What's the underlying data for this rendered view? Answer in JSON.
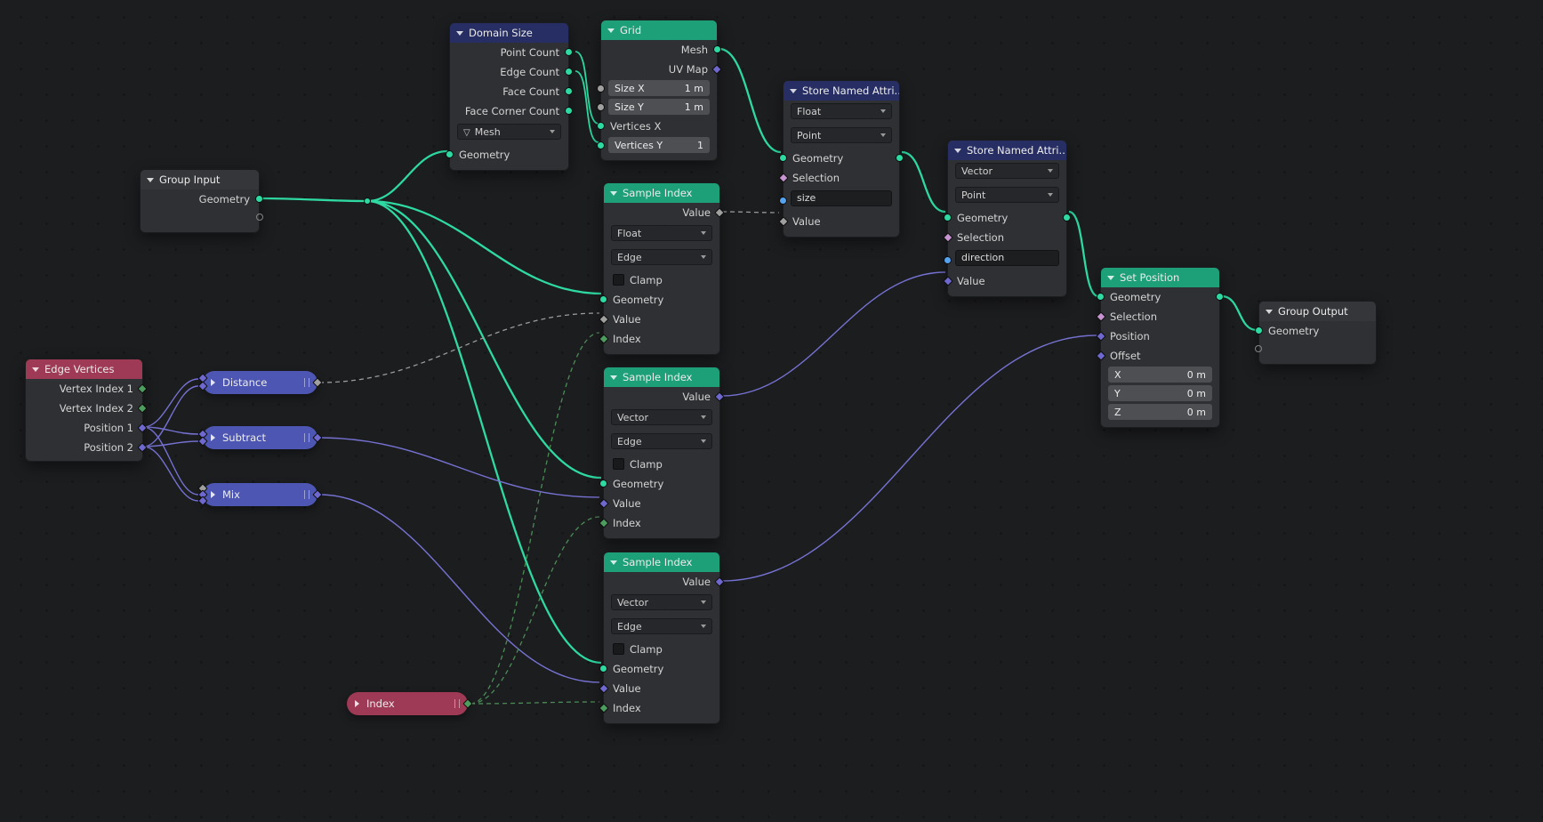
{
  "editor": {
    "background_color": "#1c1d1f"
  },
  "colors": {
    "header_geometry_node": "#1d9f78",
    "header_attribute_node": "#272e63",
    "header_input_node": "#9e3a55",
    "header_vector_math_node": "#4d56b2",
    "node_body": "#303134",
    "socket_geometry": "#2ed9a2",
    "socket_vector": "#6e68cf",
    "socket_float": "#a0a0a0",
    "socket_integer": "#4c9d5e",
    "socket_boolean": "#c793d1",
    "socket_string": "#55a3f0",
    "wire_geometry": "#2ed9a2",
    "wire_float_field": "#9b9b9b",
    "wire_vector": "#7672d2",
    "wire_integer_field": "#4c8b57"
  },
  "nodes": {
    "group_input": {
      "title": "Group Input",
      "output_label": "Geometry"
    },
    "domain_size": {
      "title": "Domain Size",
      "outputs": [
        "Point Count",
        "Edge Count",
        "Face Count",
        "Face Corner Count"
      ],
      "component": "Mesh",
      "input_label": "Geometry"
    },
    "grid": {
      "title": "Grid",
      "output_mesh": "Mesh",
      "output_uv": "UV Map",
      "size_x_label": "Size X",
      "size_x_value": "1 m",
      "size_y_label": "Size Y",
      "size_y_value": "1 m",
      "vertices_x_label": "Vertices X",
      "vertices_y_label": "Vertices Y",
      "vertices_y_value": "1"
    },
    "store_named_attribute_1": {
      "title": "Store Named Attri...",
      "data_type": "Float",
      "domain": "Point",
      "geometry_label": "Geometry",
      "selection_label": "Selection",
      "name_value": "size",
      "value_label": "Value"
    },
    "store_named_attribute_2": {
      "title": "Store Named Attri...",
      "data_type": "Vector",
      "domain": "Point",
      "geometry_label": "Geometry",
      "selection_label": "Selection",
      "name_value": "direction",
      "value_label": "Value"
    },
    "sample_index_1": {
      "title": "Sample Index",
      "output_label": "Value",
      "data_type": "Float",
      "domain": "Edge",
      "clamp_label": "Clamp",
      "geometry_label": "Geometry",
      "value_label": "Value",
      "index_label": "Index"
    },
    "sample_index_2": {
      "title": "Sample Index",
      "output_label": "Value",
      "data_type": "Vector",
      "domain": "Edge",
      "clamp_label": "Clamp",
      "geometry_label": "Geometry",
      "value_label": "Value",
      "index_label": "Index"
    },
    "sample_index_3": {
      "title": "Sample Index",
      "output_label": "Value",
      "data_type": "Vector",
      "domain": "Edge",
      "clamp_label": "Clamp",
      "geometry_label": "Geometry",
      "value_label": "Value",
      "index_label": "Index"
    },
    "edge_vertices": {
      "title": "Edge Vertices",
      "outputs": [
        "Vertex Index 1",
        "Vertex Index 2",
        "Position 1",
        "Position 2"
      ]
    },
    "distance": {
      "title": "Distance"
    },
    "subtract": {
      "title": "Subtract"
    },
    "mix": {
      "title": "Mix"
    },
    "index": {
      "title": "Index"
    },
    "set_position": {
      "title": "Set Position",
      "geometry_label": "Geometry",
      "selection_label": "Selection",
      "position_label": "Position",
      "offset_label": "Offset",
      "axes": [
        {
          "label": "X",
          "value": "0 m"
        },
        {
          "label": "Y",
          "value": "0 m"
        },
        {
          "label": "Z",
          "value": "0 m"
        }
      ]
    },
    "group_output": {
      "title": "Group Output",
      "input_label": "Geometry"
    }
  }
}
